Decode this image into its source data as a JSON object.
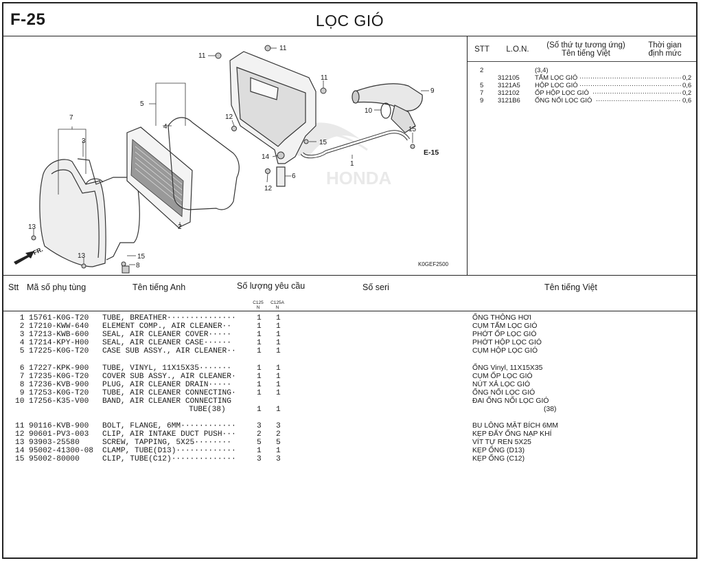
{
  "header": {
    "code": "F-25",
    "title": "LỌC GIÓ"
  },
  "diagram": {
    "callouts": [
      "11",
      "11",
      "11",
      "5",
      "4",
      "7",
      "3",
      "12",
      "14",
      "12",
      "15",
      "6",
      "1",
      "9",
      "10",
      "15",
      "2",
      "13",
      "13",
      "15",
      "8"
    ],
    "ref_tag": "E-15",
    "fr_label": "FR.",
    "brand_watermark": "HONDA",
    "drawing_code": "K0GEF2500"
  },
  "lon": {
    "headers": {
      "stt": "STT",
      "lon": "L.O.N.",
      "desc_line1": "(Số thứ tự tương ứng)",
      "desc_line2": "Tên tiếng Việt",
      "time_line1": "Thời gian",
      "time_line2": "định mức"
    },
    "rows": [
      {
        "stt": "2",
        "lon": "",
        "name": "(3,4)",
        "time": ""
      },
      {
        "stt": "",
        "lon": "312105",
        "name": "TẤM LỌC GIÓ",
        "time": "0,2"
      },
      {
        "stt": "5",
        "lon": "3121A5",
        "name": "HỘP LỌC GIÓ",
        "time": "0,6"
      },
      {
        "stt": "7",
        "lon": "312102",
        "name": "ỐP HỘP LỌC GIÓ",
        "time": "0,2"
      },
      {
        "stt": "9",
        "lon": "3121B6",
        "name": "ỐNG NỐI LỌC GIÓ",
        "time": "0,6"
      }
    ]
  },
  "table": {
    "headers": {
      "stt": "Stt",
      "part_no": "Mã số phụ tùng",
      "name_en": "Tên tiếng Anh",
      "qty": "Số lượng yêu cầu",
      "serial": "Số seri",
      "name_vi": "Tên tiếng Việt"
    },
    "variants": [
      {
        "model": "C125",
        "type": "N"
      },
      {
        "model": "C125A",
        "type": "N"
      }
    ],
    "rows": [
      {
        "no": " 1",
        "part": "15761-K0G-T20",
        "en": "TUBE, BREATHER···············",
        "q1": "1",
        "q2": "1",
        "vi": "ỐNG THÔNG HƠI"
      },
      {
        "no": " 2",
        "part": "17210-KWW-640",
        "en": "ELEMENT COMP., AIR CLEANER··",
        "q1": "1",
        "q2": "1",
        "vi": "CỤM TẤM LỌC GIÓ"
      },
      {
        "no": " 3",
        "part": "17213-KWB-600",
        "en": "SEAL, AIR CLEANER COVER·····",
        "q1": "1",
        "q2": "1",
        "vi": "PHỚT ỐP LỌC GIÓ"
      },
      {
        "no": " 4",
        "part": "17214-KPY-H00",
        "en": "SEAL, AIR CLEANER CASE······",
        "q1": "1",
        "q2": "1",
        "vi": "PHỚT HỘP LỌC GIÓ"
      },
      {
        "no": " 5",
        "part": "17225-K0G-T20",
        "en": "CASE SUB ASSY., AIR CLEANER··",
        "q1": "1",
        "q2": "1",
        "vi": "CỤM HỘP LỌC GIÓ"
      },
      {
        "no": " 6",
        "part": "17227-KPK-900",
        "en": "TUBE, VINYL, 11X15X35·······",
        "q1": "1",
        "q2": "1",
        "vi": "ỐNG Vinyl, 11X15X35"
      },
      {
        "no": " 7",
        "part": "17235-K0G-T20",
        "en": "COVER SUB ASSY., AIR CLEANER·",
        "q1": "1",
        "q2": "1",
        "vi": "CỤM ỐP LỌC GIÓ"
      },
      {
        "no": " 8",
        "part": "17236-KVB-900",
        "en": "PLUG, AIR CLEANER DRAIN·····",
        "q1": "1",
        "q2": "1",
        "vi": "NÚT XẢ LỌC GIÓ"
      },
      {
        "no": " 9",
        "part": "17253-K0G-T20",
        "en": "TUBE, AIR CLEANER CONNECTING·",
        "q1": "1",
        "q2": "1",
        "vi": "ỐNG NỐI LỌC GIÓ"
      },
      {
        "no": "10",
        "part": "17256-K35-V00",
        "en": "BAND, AIR CLEANER CONNECTING",
        "en2": "TUBE(38)",
        "q1": "1",
        "q2": "1",
        "vi": "ĐAI ỐNG NỐI LỌC GIÓ",
        "vi2": "(38)"
      },
      {
        "no": "11",
        "part": "90116-KVB-900",
        "en": "BOLT, FLANGE, 6MM············",
        "q1": "3",
        "q2": "3",
        "vi": "BU LÔNG MẶT BÍCH 6MM"
      },
      {
        "no": "12",
        "part": "90601-PV3-003",
        "en": "CLIP, AIR INTAKE DUCT PUSH···",
        "q1": "2",
        "q2": "2",
        "vi": "KẸP ĐẨY ỐNG NẠP KHÍ"
      },
      {
        "no": "13",
        "part": "93903-25580",
        "en": "SCREW, TAPPING, 5X25········",
        "q1": "5",
        "q2": "5",
        "vi": "VÍT TỰ REN 5X25"
      },
      {
        "no": "14",
        "part": "95002-41300-08",
        "en": "CLAMP, TUBE(D13)·············",
        "q1": "1",
        "q2": "1",
        "vi": "KẸP ỐNG (D13)"
      },
      {
        "no": "15",
        "part": "95002-80000",
        "en": "CLIP, TUBE(C12)··············",
        "q1": "3",
        "q2": "3",
        "vi": "KẸP ỐNG (C12)"
      }
    ]
  }
}
